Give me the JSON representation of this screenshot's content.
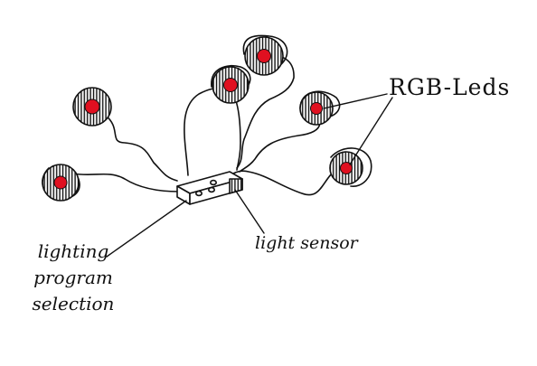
{
  "labels": {
    "rgb_leds": "RGB-Leds",
    "light_sensor": "light sensor",
    "lighting_program_selection": [
      "lighting",
      "program",
      "selection"
    ]
  },
  "colors": {
    "ink": "#111111",
    "led": "#e01020",
    "paper": "#ffffff"
  },
  "leds": [
    {
      "name": "led-top-left"
    },
    {
      "name": "led-left"
    },
    {
      "name": "led-top"
    },
    {
      "name": "led-upper-middle"
    },
    {
      "name": "led-right-upper"
    },
    {
      "name": "led-right-lower"
    }
  ],
  "icons": {
    "led": "hatched-circle-red-dot-icon",
    "control_box": "box-icon",
    "buttons": "screw-button-icon"
  }
}
